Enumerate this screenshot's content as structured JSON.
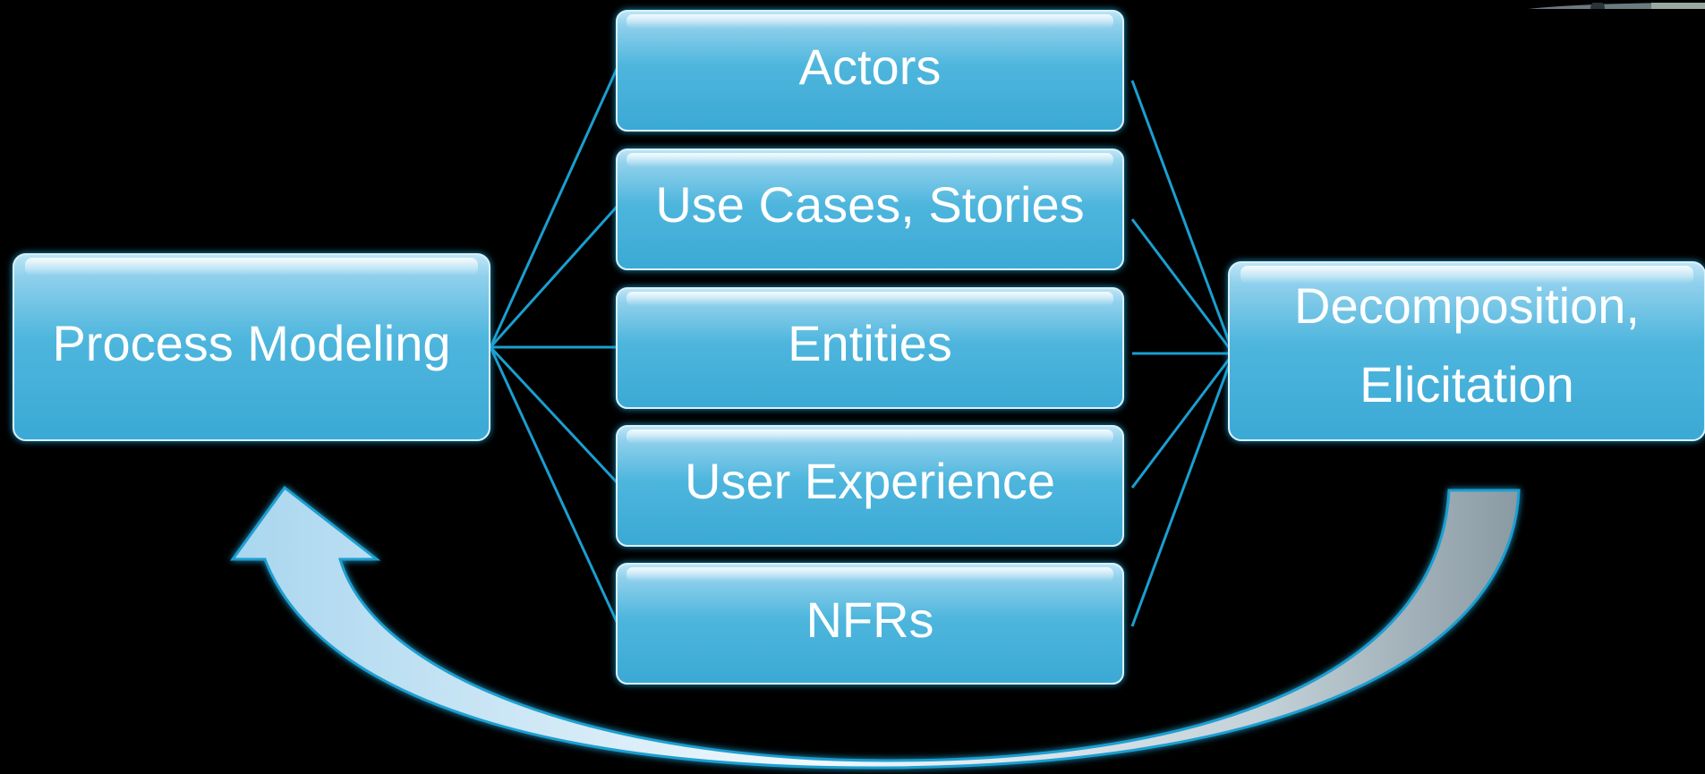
{
  "colors": {
    "background": "#000000",
    "box_top": "#a9dbf0",
    "box_bottom": "#47b1d8",
    "box_glow": "#1fa3d6",
    "connector": "#1a9fd1",
    "text": "#ffffff",
    "arrow_light": "#e8f4fb",
    "arrow_mid": "#a9d6ef",
    "arrow_gray": "#8a9aa3"
  },
  "left_node": {
    "label": "Process Modeling"
  },
  "middle_nodes": [
    {
      "label": "Actors"
    },
    {
      "label": "Use Cases, Stories"
    },
    {
      "label": "Entities"
    },
    {
      "label": "User Experience"
    },
    {
      "label": "NFRs"
    }
  ],
  "right_node": {
    "line1": "Decomposition,",
    "line2": "Elicitation"
  },
  "feedback_arrow": {
    "direction": "right-to-left",
    "icon": "curved-return-arrow-icon"
  }
}
